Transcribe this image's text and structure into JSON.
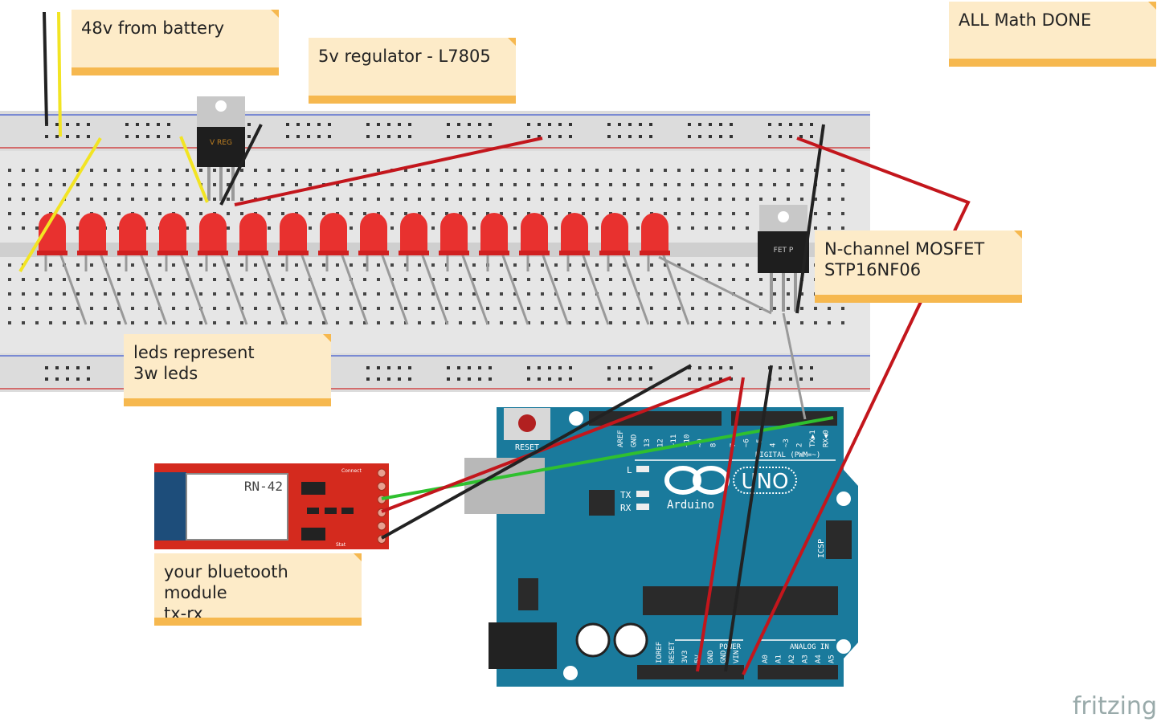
{
  "notes": {
    "battery": "48v from battery",
    "regulator": "5v regulator - L7805",
    "math": "ALL Math DONE",
    "mosfet": "N-channel MOSFET\nSTP16NF06",
    "leds": "leds represent\n3w leds",
    "bluetooth": "your bluetooth module\ntx-rx"
  },
  "components": {
    "regulator_label": "V REG",
    "mosfet_label": "FET P",
    "bt_module_label": "RN-42",
    "bt_connect": "Connect",
    "bt_stat": "Stat",
    "arduino_name": "Arduino",
    "arduino_model": "UNO",
    "reset": "RESET",
    "digital": "DIGITAL (PWM=~)",
    "power": "POWER",
    "analog": "ANALOG IN",
    "icsp": "ICSP",
    "led_l": "L",
    "tx": "TX",
    "rx": "RX",
    "digital_pins": [
      "AREF",
      "GND",
      "13",
      "12",
      "~11",
      "~10",
      "~9",
      "8",
      "7",
      "~6",
      "~5",
      "4",
      "~3",
      "2",
      "TX▶1",
      "RX◀0"
    ],
    "power_pins": [
      "IOREF",
      "RESET",
      "3V3",
      "5V",
      "GND",
      "GND",
      "VIN"
    ],
    "analog_pins": [
      "A0",
      "A1",
      "A2",
      "A3",
      "A4",
      "A5"
    ]
  },
  "led_count": 16,
  "colors": {
    "wire_red": "#c3161c",
    "wire_black": "#222222",
    "wire_yellow": "#f2e423",
    "wire_green": "#2fc02f",
    "wire_gray": "#9a9a9a",
    "arduino": "#1a7a9c",
    "bt_board": "#d42a1e",
    "led": "#e8312f"
  },
  "watermark": "fritzing"
}
